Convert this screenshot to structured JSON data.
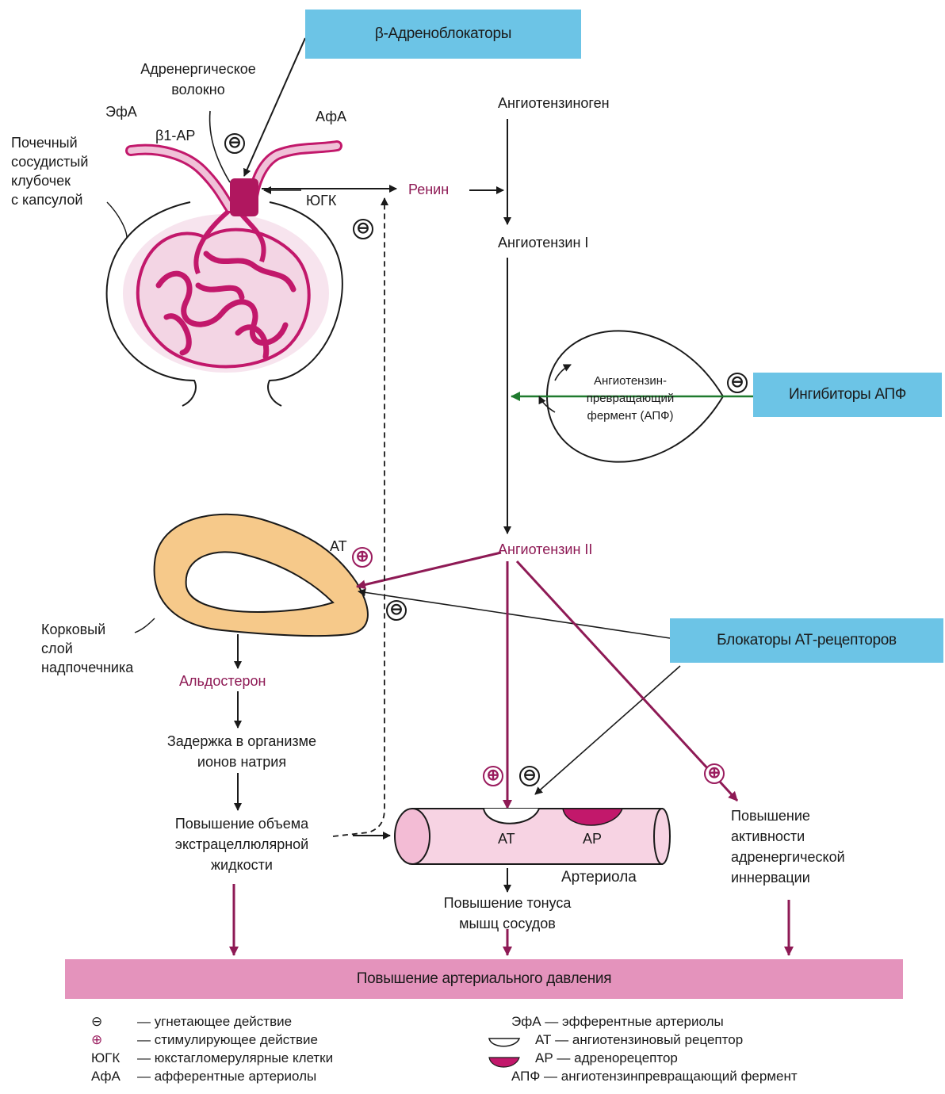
{
  "boxes": {
    "beta_blockers": "β-Адреноблокаторы",
    "ace_inhibitors": "Ингибиторы АПФ",
    "at_blockers": "Блокаторы АТ-рецепторов",
    "bp_increase": "Повышение артериального давления"
  },
  "kidney": {
    "adrenergic_fiber": [
      "Адренергическое",
      "волокно"
    ],
    "efa": "ЭфА",
    "afa": "АфА",
    "b1": "β1-АР",
    "glomerulus": [
      "Почечный",
      "сосудистый",
      "клубочек",
      "с капсулой"
    ],
    "jgk": "ЮГК"
  },
  "pathway": {
    "renin": "Ренин",
    "angiotensinogen": "Ангиотензиноген",
    "angiotensin1": "Ангиотензин I",
    "ace_enzyme": [
      "Ангиотензин-",
      "превращающий",
      "фермент (АПФ)"
    ],
    "angiotensin2": "Ангиотензин II"
  },
  "adrenal": {
    "cortex": [
      "Корковый",
      "слой",
      "надпочечника"
    ],
    "at": "АТ",
    "aldosterone": "Альдостерон",
    "sodium": [
      "Задержка в организме",
      "ионов натрия"
    ],
    "volume": [
      "Повышение объема",
      "экстрацеллюлярной",
      "жидкости"
    ]
  },
  "arteriole": {
    "at": "АТ",
    "ar": "АР",
    "label": "Артериола",
    "tone": [
      "Повышение тонуса",
      "мышц сосудов"
    ]
  },
  "adrenergic": [
    "Повышение",
    "активности",
    "адренергической",
    "иннервации"
  ],
  "symbols": {
    "minus": "⊖",
    "plus": "⊕"
  },
  "legend": {
    "left": [
      {
        "key": "⊖",
        "text": "— угнетающее действие"
      },
      {
        "key": "⊕",
        "text": "— стимулирующее действие"
      },
      {
        "key": "ЮГК",
        "text": "— юкстагломерулярные клетки"
      },
      {
        "key": "АфА",
        "text": "— афферентные артериолы"
      }
    ],
    "right": [
      {
        "key": "ЭфА",
        "text": "— эфферентные артериолы"
      },
      {
        "key": "АТ",
        "text": "— ангиотензиновый рецептор"
      },
      {
        "key": "АР",
        "text": "— адренорецептор"
      },
      {
        "key": "АПФ",
        "text": "— ангиотензинпревращающий фермент"
      }
    ]
  },
  "colors": {
    "magenta": "#c2186b",
    "dark_magenta": "#8e1a55",
    "adrenal_fill": "#f6c98a",
    "box_blue": "#6cc4e6",
    "box_pink": "#e493bc",
    "arrow_green": "#1f7a2e"
  }
}
